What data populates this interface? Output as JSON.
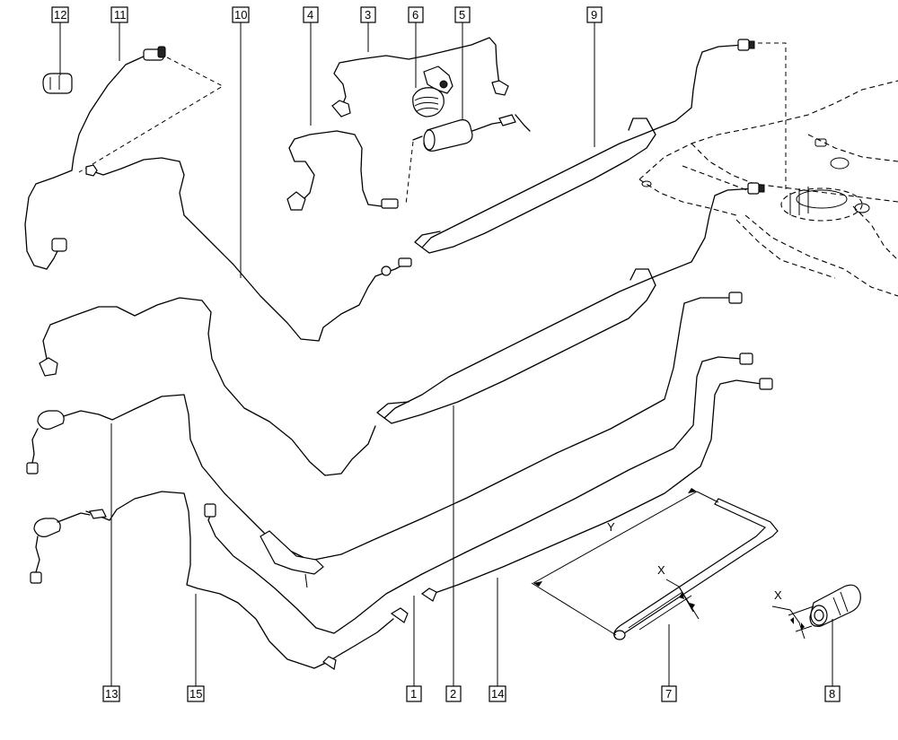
{
  "callouts": {
    "c12": "12",
    "c11": "11",
    "c10": "10",
    "c4": "4",
    "c3": "3",
    "c6": "6",
    "c5": "5",
    "c9": "9",
    "c13": "13",
    "c15": "15",
    "c1": "1",
    "c2": "2",
    "c14": "14",
    "c7": "7",
    "c8": "8"
  },
  "dimensions": {
    "y_label": "Y",
    "x_label_tube": "X",
    "x_label_fitting": "X"
  }
}
